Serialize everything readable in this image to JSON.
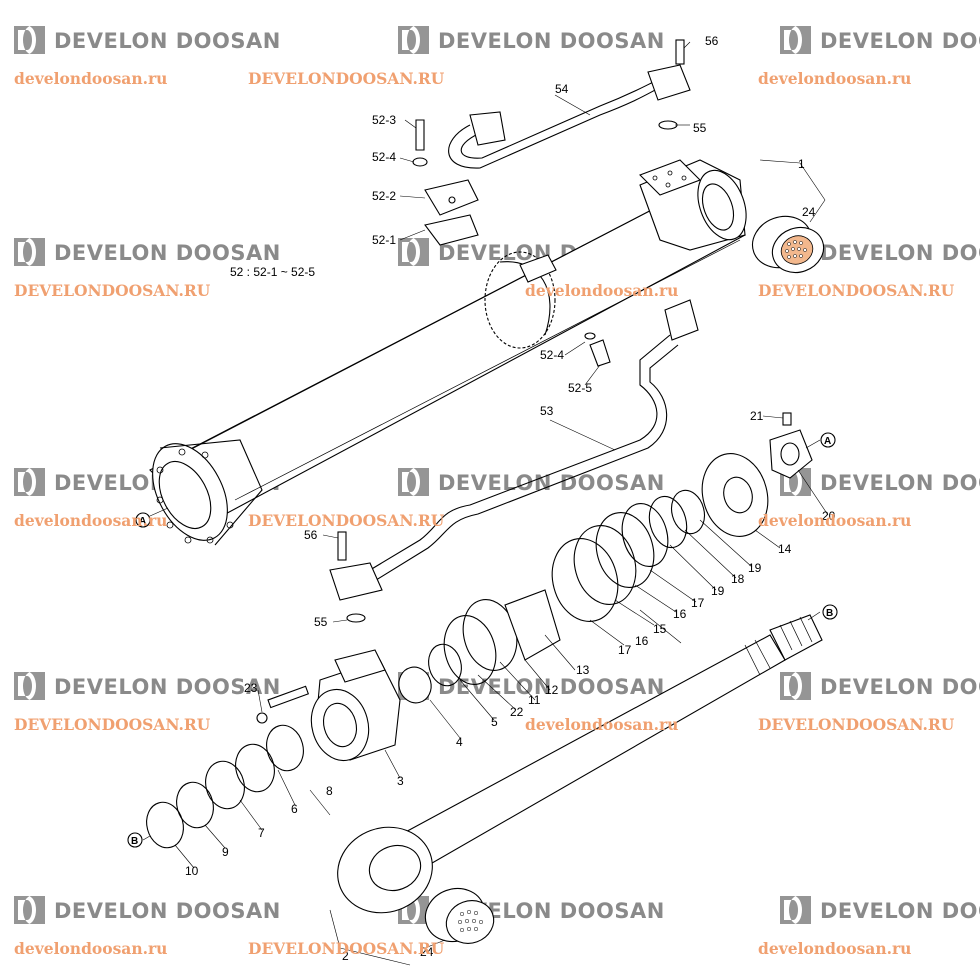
{
  "watermark": {
    "brand": "DEVELON DOOSAN",
    "url_lower": "develondoosan.ru",
    "url_upper": "DEVELONDOOSAN.RU",
    "logo_color": "#8a8a8a",
    "url_color": "#f0a070"
  },
  "labels": {
    "p1": "1",
    "p2": "2",
    "p3": "3",
    "p4": "4",
    "p5": "5",
    "p6": "6",
    "p7": "7",
    "p8": "8",
    "p9": "9",
    "p10": "10",
    "p11": "11",
    "p12": "12",
    "p13": "13",
    "p14": "14",
    "p15": "15",
    "p16a": "16",
    "p16b": "16",
    "p17a": "17",
    "p17b": "17",
    "p18": "18",
    "p19a": "19",
    "p19b": "19",
    "p20": "20",
    "p21": "21",
    "p22": "22",
    "p23": "23",
    "p24a": "24",
    "p24b": "24",
    "p52_1": "52-1",
    "p52_2": "52-2",
    "p52_3": "52-3",
    "p52_4a": "52-4",
    "p52_4b": "52-4",
    "p52_5": "52-5",
    "p52_note": "52 : 52-1 ~ 52-5",
    "p53": "53",
    "p54": "54",
    "p55a": "55",
    "p55b": "55",
    "p56a": "56",
    "p56b": "56",
    "refA1": "A",
    "refA2": "A",
    "refB1": "B",
    "refB2": "B"
  }
}
